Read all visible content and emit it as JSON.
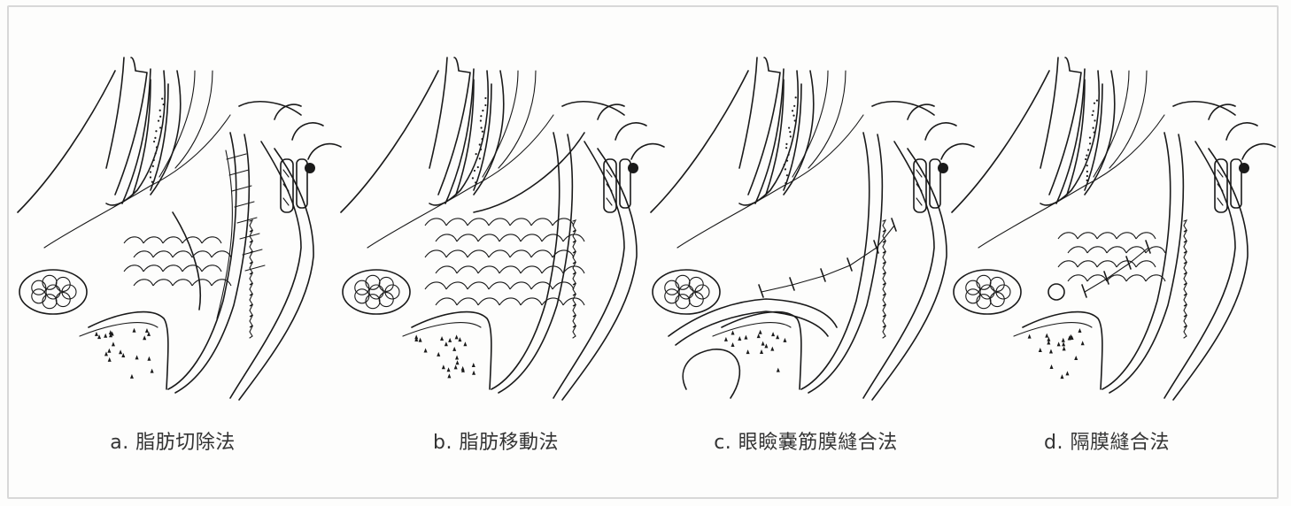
{
  "figure": {
    "panels": [
      {
        "id": "a",
        "caption": "a. 脂肪切除法"
      },
      {
        "id": "b",
        "caption": "b. 脂肪移動法"
      },
      {
        "id": "c",
        "caption": "c. 眼瞼嚢筋膜縫合法"
      },
      {
        "id": "d",
        "caption": "d. 隔膜縫合法"
      }
    ]
  },
  "colors": {
    "line": "#1a1a1a",
    "caption": "#333333",
    "frame": "#d8d8d8"
  }
}
